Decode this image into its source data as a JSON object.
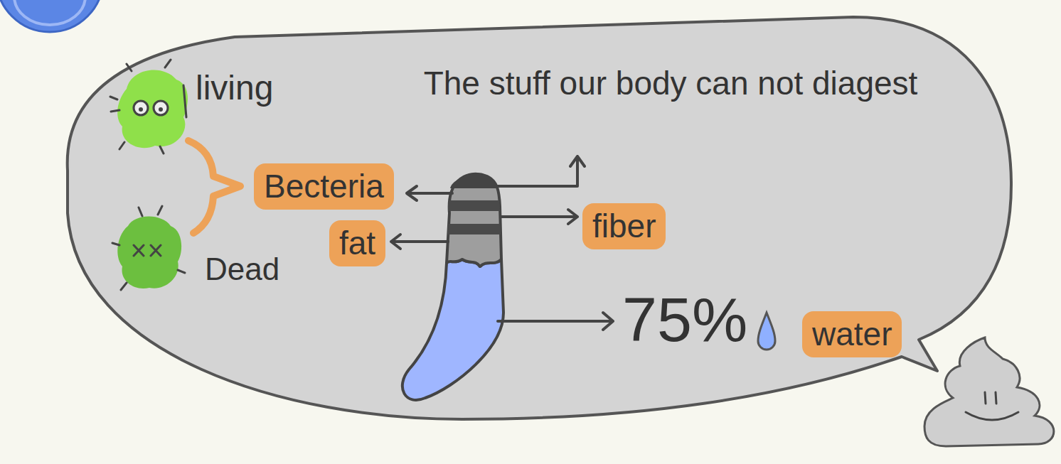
{
  "diagram": {
    "nodes": [
      {
        "text": [
          "Becteria"
        ]
      },
      {
        "text": [
          "fiber"
        ]
      },
      {
        "text": [
          "fat"
        ]
      },
      {
        "text": [
          "water"
        ]
      }
    ],
    "labels": [
      "living",
      "The stuff our body can not diagest",
      "Dead",
      "75%"
    ]
  }
}
